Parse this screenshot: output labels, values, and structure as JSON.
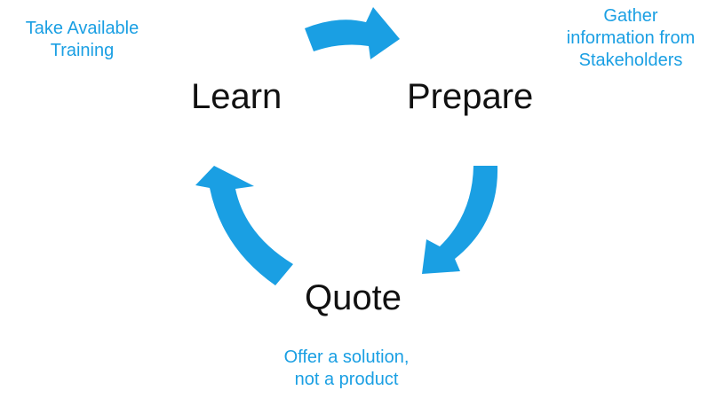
{
  "diagram": {
    "stages": {
      "learn": "Learn",
      "prepare": "Prepare",
      "quote": "Quote"
    },
    "notes": {
      "learn": [
        "Take Available",
        "Training"
      ],
      "prepare": [
        "Gather",
        "information from",
        "Stakeholders"
      ],
      "quote": [
        "Offer a solution,",
        "not a product"
      ]
    }
  },
  "colors": {
    "arrow": "#1a9fe3",
    "note_text": "#1a9fe3",
    "stage_text": "#111111"
  }
}
